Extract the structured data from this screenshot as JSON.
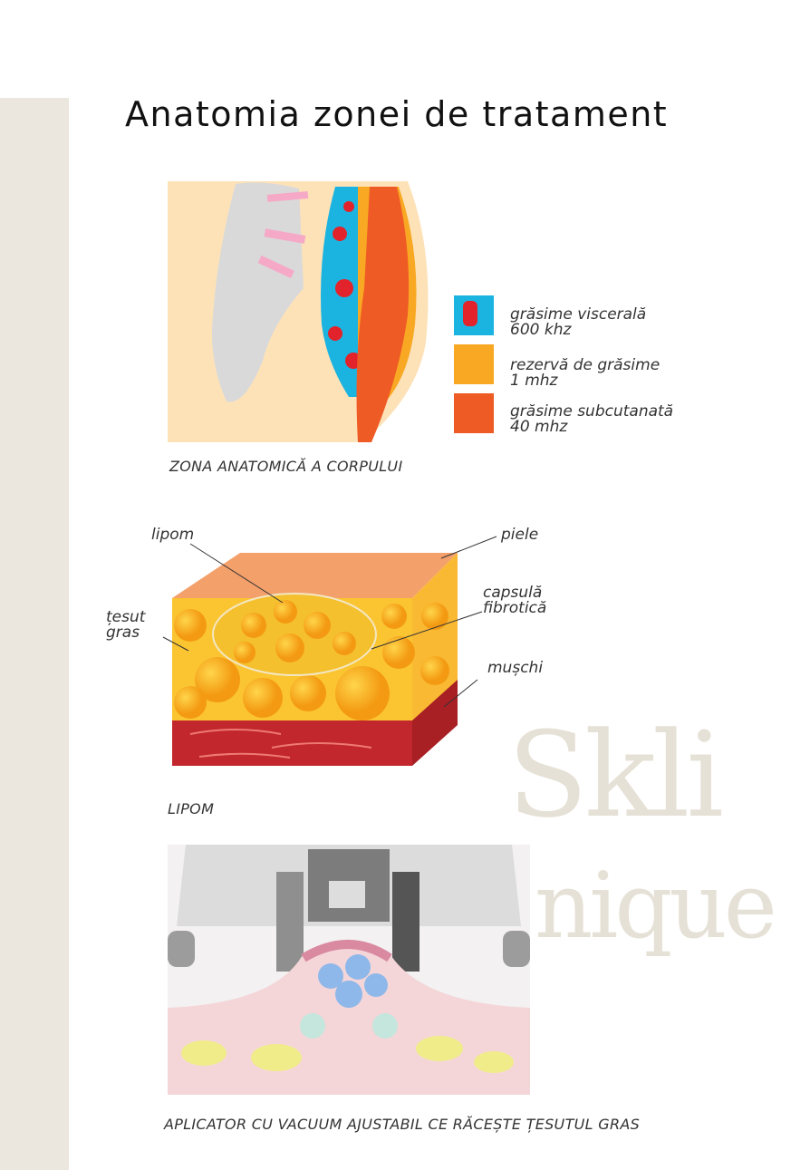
{
  "title": "Anatomia zonei de tratament",
  "figure1": {
    "legend": [
      {
        "name": "grăsime viscerală",
        "freq": "600 khz",
        "color": "#1bb3e0",
        "accent": "#e2232b"
      },
      {
        "name": "rezervă de grăsime",
        "freq": "1 mhz",
        "color": "#f8a823",
        "accent": "#f1c84d"
      },
      {
        "name": "grăsime subcutanată",
        "freq": "40 mhz",
        "color": "#ef5b25",
        "accent": "#c83a1a"
      }
    ],
    "caption": "ZONA ANATOMICĂ A CORPULUI"
  },
  "figure2": {
    "labels": {
      "lipom": "lipom",
      "piele": "piele",
      "capsula1": "capsulă",
      "capsula2": "fibrotică",
      "tesut1": "țesut",
      "tesut2": "gras",
      "muschi": "mușchi"
    },
    "caption": "LIPOM"
  },
  "figure3": {
    "caption": "APLICATOR CU VACUUM AJUSTABIL CE RĂCEȘTE ȚESUTUL GRAS"
  },
  "watermark": {
    "line1": "Skli",
    "line2": "nique",
    "color": "#e6e1d6"
  },
  "colors": {
    "band": "#ebe7de"
  }
}
